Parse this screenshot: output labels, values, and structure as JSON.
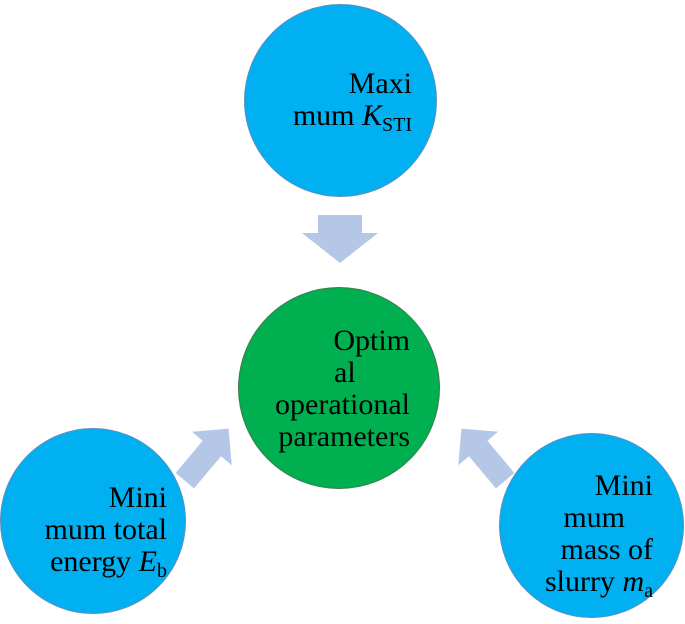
{
  "colors": {
    "objective_circle": "#00b0f0",
    "center_circle": "#00b050",
    "arrow": "#b4c7e7",
    "text": "#000000"
  },
  "nodes": {
    "top": {
      "line1": "Maxi",
      "line2_prefix": "mum ",
      "var": "K",
      "sub": "STI"
    },
    "center": {
      "line1": "Optim",
      "line2": "al",
      "line3": "operational",
      "line4": "parameters"
    },
    "left": {
      "line1": "Mini",
      "line2": "mum total",
      "line3_prefix": "energy ",
      "var": "E",
      "sub": "b"
    },
    "right": {
      "line1": "Mini",
      "line2": "mum",
      "line3": "mass of",
      "line4_prefix": "slurry ",
      "var": "m",
      "sub": "a"
    }
  },
  "arrows": [
    {
      "from": "top",
      "to": "center",
      "icon": "block-arrow-down"
    },
    {
      "from": "left",
      "to": "center",
      "icon": "block-arrow-up-right"
    },
    {
      "from": "right",
      "to": "center",
      "icon": "block-arrow-up-left"
    }
  ]
}
